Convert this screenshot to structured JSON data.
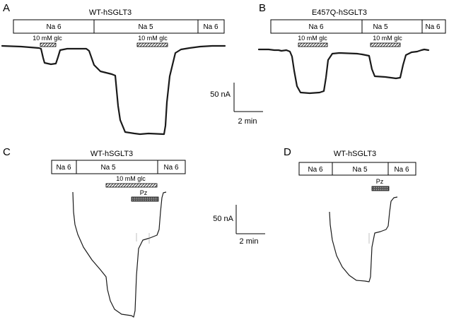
{
  "panels": {
    "A": {
      "label": "A",
      "title": "WT-hSGLT3",
      "segments": [
        "Na 6",
        "Na 5",
        "Na 6"
      ],
      "glc_labels": [
        "10 mM glc",
        "10 mM glc"
      ]
    },
    "B": {
      "label": "B",
      "title": "E457Q-hSGLT3",
      "segments": [
        "Na 6",
        "Na 5",
        "Na 6"
      ],
      "glc_labels": [
        "10 mM glc",
        "10 mM glc"
      ]
    },
    "C": {
      "label": "C",
      "title": "WT-hSGLT3",
      "segments": [
        "Na 6",
        "Na 5",
        "Na 6"
      ],
      "glc_label": "10 mM glc",
      "pz_label": "Pz"
    },
    "D": {
      "label": "D",
      "title": "WT-hSGLT3",
      "segments": [
        "Na 6",
        "Na 5",
        "Na 6"
      ],
      "pz_label": "Pz"
    }
  },
  "scalebars": {
    "top": {
      "current": "50 nA",
      "time": "2 min"
    },
    "bottom": {
      "current": "50 nA",
      "time": "2 min"
    }
  }
}
